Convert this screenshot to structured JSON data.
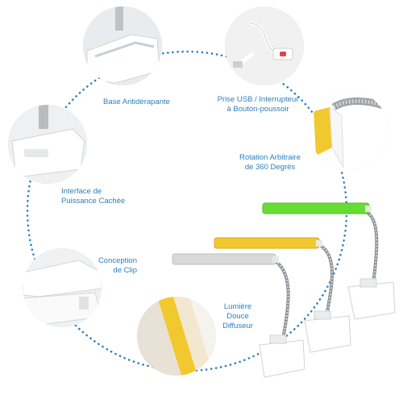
{
  "colors": {
    "accent": "#2a7fbf",
    "lamp_green": "#66dd33",
    "lamp_yellow": "#f2c82f",
    "lamp_silver": "#d9d9d9"
  },
  "features": [
    {
      "id": "base",
      "icon": "clip-base-closeup",
      "lines": [
        "Base Antidérapante"
      ]
    },
    {
      "id": "usb",
      "icon": "usb-cable-switch-closeup",
      "lines": [
        "Prise USB / Interrupteur",
        "à Bouton-poussoir"
      ]
    },
    {
      "id": "rotation",
      "icon": "gooseneck-rotation-closeup",
      "lines": [
        "Rotation Arbitraire",
        "de 360 Degrés"
      ]
    },
    {
      "id": "interface",
      "icon": "hidden-power-interface-closeup",
      "lines": [
        "Interface de",
        "Puissance Cachée"
      ]
    },
    {
      "id": "clip",
      "icon": "clip-design-closeup",
      "lines": [
        "Conception",
        "de Clip"
      ]
    },
    {
      "id": "diffuser",
      "icon": "light-diffuser-closeup",
      "lines": [
        "Lumière",
        "Douce",
        "Diffuseur"
      ]
    }
  ]
}
